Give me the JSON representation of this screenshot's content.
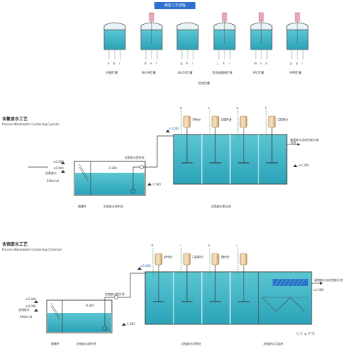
{
  "header": {
    "title": "典型工艺流程"
  },
  "tanks": {
    "items": [
      {
        "label": "供酸贮槽",
        "letters": [
          "a",
          "b",
          "c"
        ]
      },
      {
        "label": "NaOH贮槽",
        "letters": [
          "d",
          "e",
          "f"
        ]
      },
      {
        "label": "NaClO贮槽",
        "letters": [
          "g",
          "h",
          "i"
        ]
      },
      {
        "label": "焦亚硫酸钠贮槽",
        "letters": [
          "j",
          "k",
          "l"
        ]
      },
      {
        "label": "PAC贮槽",
        "letters": [
          "m",
          "n",
          "o"
        ]
      },
      {
        "label": "PAM贮槽",
        "letters": [
          "p",
          "q",
          "r"
        ]
      }
    ],
    "caption": "药剂贮槽"
  },
  "cyanide": {
    "title_cn": "含氰废水工艺",
    "title_en": "Process Wastewater Containing Cyanide",
    "inflow": "含氰废水",
    "pump_label": "含氰废水提升泵",
    "pump_flow": "500m³/d",
    "levels": {
      "top_left": "±0.300",
      "mid_left": "±0.000",
      "bot_left": "-0.300",
      "deep": "-1.500",
      "top_right": "±5.000",
      "right_mid": "±0.300"
    },
    "reactor_letters": [
      "d",
      "s",
      "o",
      "h"
    ],
    "sensors": [
      "PH计",
      "ORP计",
      "ORP计"
    ],
    "outlet": "破氰废水去综合废水调节池",
    "captions": [
      "格栅井",
      "含氰废水调节池",
      "含氰废水氧化池"
    ]
  },
  "chromium": {
    "title_cn": "含铬废水工艺",
    "title_en": "Process Wastewater Containing Chromium",
    "inflow": "含铬废水",
    "pump_label": "含铬废水提升泵",
    "pump_flow": "500m³/d",
    "levels": {
      "top_left": "±0.300",
      "mid_left": "±0.000",
      "bot_left": "-0.300",
      "deep": "-1.500",
      "top_right": "±5.000",
      "right_mid": "±0.300"
    },
    "reactor_letters": [
      "b",
      "i",
      "e",
      "j"
    ],
    "sensors": [
      "PH计",
      "ORP计",
      "PH计"
    ],
    "outlet": "破铬废水去综合废水池",
    "captions": [
      "格栅井",
      "含铬废水调节池",
      "含铬废水还原池",
      "含铬废水沉淀池"
    ]
  },
  "watermark": "化工 ▪ 环保"
}
